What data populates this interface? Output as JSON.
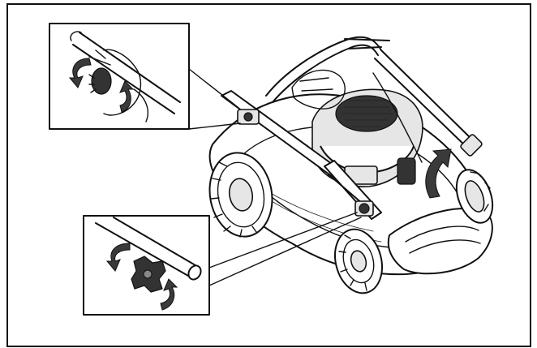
{
  "figure": {
    "subject": "lawnmower-handle-fold",
    "callouts": [
      {
        "name": "upper-knob-detail",
        "direction_arrows": [
          "rotate-down",
          "rotate-up"
        ]
      },
      {
        "name": "lower-knob-detail",
        "direction_arrows": [
          "rotate-down",
          "rotate-up"
        ]
      }
    ],
    "colors": {
      "line": "#111111",
      "background": "#ffffff",
      "accent": "#3a3a3a"
    }
  }
}
